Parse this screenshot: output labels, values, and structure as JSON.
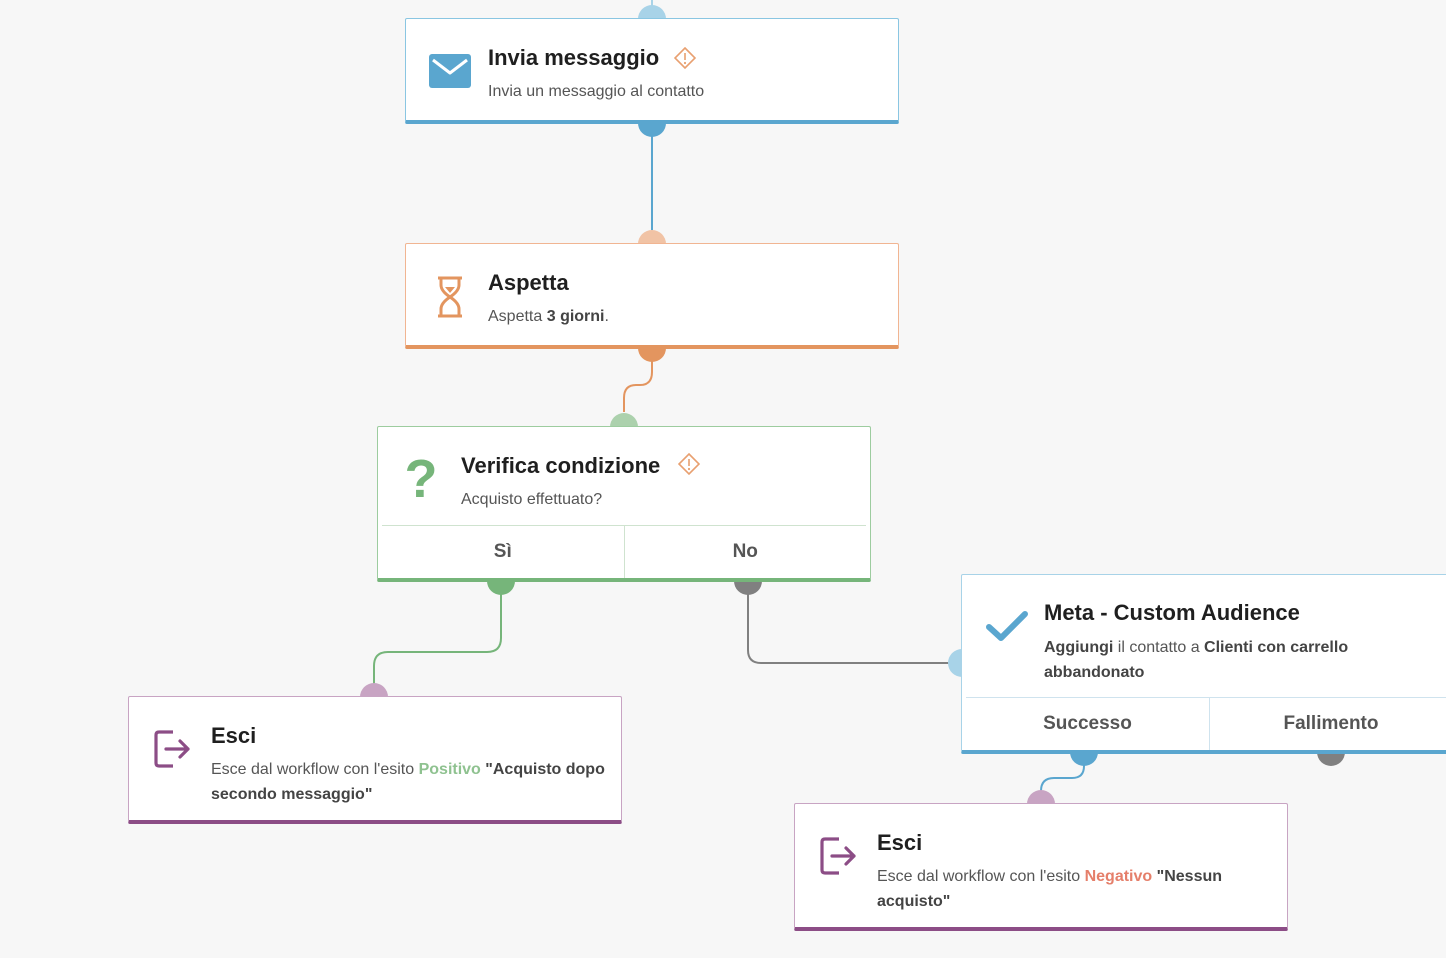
{
  "colors": {
    "blue": "#5aa6cf",
    "orange": "#e3955f",
    "green": "#76b57a",
    "purple": "#8c4d86",
    "gray": "#808080",
    "warning": "#e8a070",
    "positive": "#8fc290",
    "negative": "#e57f6a"
  },
  "nodes": {
    "send_message": {
      "icon": "envelope-icon",
      "title": "Invia messaggio",
      "description": "Invia un messaggio al contatto",
      "warning_icon": "warning-diamond-icon"
    },
    "wait": {
      "icon": "hourglass-icon",
      "title": "Aspetta",
      "description_prefix": "Aspetta",
      "description_value": "3 giorni",
      "description_suffix": "."
    },
    "condition": {
      "icon": "question-mark-icon",
      "title": "Verifica condizione",
      "description": "Acquisto effettuato?",
      "warning_icon": "warning-diamond-icon",
      "branches": [
        "Sì",
        "No"
      ]
    },
    "meta_audience": {
      "icon": "checkmark-icon",
      "title": "Meta - Custom Audience",
      "desc_action": "Aggiungi",
      "desc_mid": "il contatto a",
      "desc_target": "Clienti con carrello abbandonato",
      "branches": [
        "Successo",
        "Fallimento"
      ]
    },
    "exit_positive": {
      "icon": "exit-arrow-icon",
      "title": "Esci",
      "desc_prefix": "Esce dal workflow con l'esito",
      "outcome": "Positivo",
      "reason": "\"Acquisto dopo secondo messaggio\""
    },
    "exit_negative": {
      "icon": "exit-arrow-icon",
      "title": "Esci",
      "desc_prefix": "Esce dal workflow con l'esito",
      "outcome": "Negativo",
      "reason": "\"Nessun acquisto\""
    }
  }
}
